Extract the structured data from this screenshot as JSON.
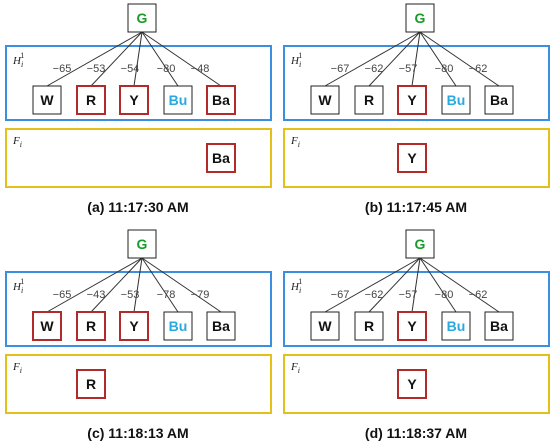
{
  "colors": {
    "hbox": "#3a8fe0",
    "fbox": "#e6c01a",
    "red_outline": "#b22b2b",
    "black_outline": "#222222",
    "green_text": "#1a9a2a",
    "blue_text": "#2aa8e0",
    "edge_neg": "#444444",
    "edge_pink": "#d64a7a"
  },
  "panels": [
    {
      "caption": "(a) 11:17:30 AM",
      "root": "G",
      "h_label": "H",
      "h_sub": "i",
      "h_sup": "1",
      "f_label": "F",
      "f_sub": "i",
      "nodes": [
        {
          "label": "W",
          "highlight": false,
          "text_color": "black",
          "edge": "−65"
        },
        {
          "label": "R",
          "highlight": true,
          "text_color": "black",
          "edge": "−53"
        },
        {
          "label": "Y",
          "highlight": true,
          "text_color": "black",
          "edge": "−54"
        },
        {
          "label": "Bu",
          "highlight": false,
          "text_color": "blue",
          "edge": "−80"
        },
        {
          "label": "Ba",
          "highlight": true,
          "text_color": "black",
          "edge": "−48"
        }
      ],
      "f_node": "Ba",
      "f_slot": 4
    },
    {
      "caption": "(b) 11:17:45 AM",
      "root": "G",
      "h_label": "H",
      "h_sub": "i",
      "h_sup": "1",
      "f_label": "F",
      "f_sub": "i",
      "nodes": [
        {
          "label": "W",
          "highlight": false,
          "text_color": "black",
          "edge": "−67"
        },
        {
          "label": "R",
          "highlight": false,
          "text_color": "black",
          "edge": "−62"
        },
        {
          "label": "Y",
          "highlight": true,
          "text_color": "black",
          "edge": "−57"
        },
        {
          "label": "Bu",
          "highlight": false,
          "text_color": "blue",
          "edge": "−80"
        },
        {
          "label": "Ba",
          "highlight": false,
          "text_color": "black",
          "edge": "−62"
        }
      ],
      "f_node": "Y",
      "f_slot": 2
    },
    {
      "caption": "(c) 11:18:13 AM",
      "root": "G",
      "h_label": "H",
      "h_sub": "i",
      "h_sup": "1",
      "f_label": "F",
      "f_sub": "i",
      "nodes": [
        {
          "label": "W",
          "highlight": true,
          "text_color": "black",
          "edge": "−65"
        },
        {
          "label": "R",
          "highlight": true,
          "text_color": "black",
          "edge": "−43"
        },
        {
          "label": "Y",
          "highlight": true,
          "text_color": "black",
          "edge": "−53"
        },
        {
          "label": "Bu",
          "highlight": false,
          "text_color": "blue",
          "edge": "−78"
        },
        {
          "label": "Ba",
          "highlight": false,
          "text_color": "black",
          "edge": "−79"
        }
      ],
      "f_node": "R",
      "f_slot": 1
    },
    {
      "caption": "(d) 11:18:37 AM",
      "root": "G",
      "h_label": "H",
      "h_sub": "i",
      "h_sup": "1",
      "f_label": "F",
      "f_sub": "i",
      "nodes": [
        {
          "label": "W",
          "highlight": false,
          "text_color": "black",
          "edge": "−67"
        },
        {
          "label": "R",
          "highlight": false,
          "text_color": "black",
          "edge": "−62"
        },
        {
          "label": "Y",
          "highlight": true,
          "text_color": "black",
          "edge": "−57"
        },
        {
          "label": "Bu",
          "highlight": false,
          "text_color": "blue",
          "edge": "−80"
        },
        {
          "label": "Ba",
          "highlight": false,
          "text_color": "black",
          "edge": "−62"
        }
      ],
      "f_node": "Y",
      "f_slot": 2
    }
  ]
}
